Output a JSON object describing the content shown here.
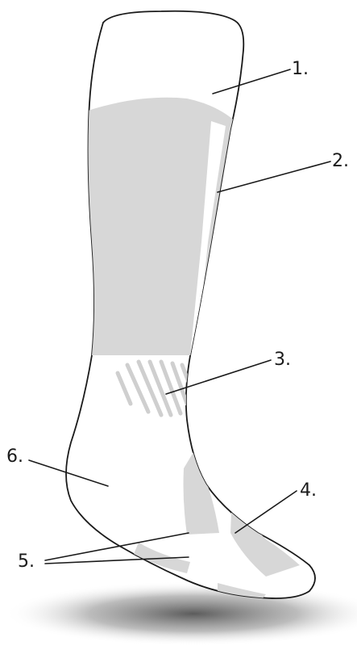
{
  "callouts": [
    {
      "id": "1",
      "label": "1."
    },
    {
      "id": "2",
      "label": "2."
    },
    {
      "id": "3",
      "label": "3."
    },
    {
      "id": "4",
      "label": "4."
    },
    {
      "id": "5",
      "label": "5."
    },
    {
      "id": "6",
      "label": "6."
    }
  ],
  "colors": {
    "outline": "#1a1a1a",
    "compression_zone": "#d7d7d7",
    "shadow": "#4a4a4a",
    "background": "#ffffff"
  }
}
